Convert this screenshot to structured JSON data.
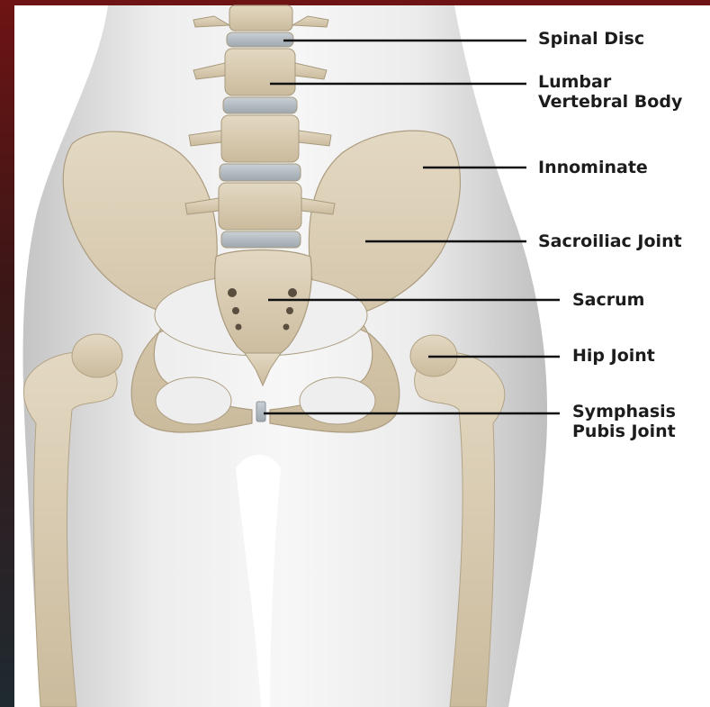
{
  "colors": {
    "frame_top": "#6e1414",
    "frame_bottom": "#1e2a30",
    "background": "#ffffff",
    "body_light": "#f2f2f2",
    "body_shade": "#c9c9c9",
    "bone": "#d9ccb4",
    "bone_shadow": "#a8987c",
    "cartilage": "#aeb6bd",
    "leader_line": "#111111",
    "label_text": "#1c1c1c"
  },
  "labels": [
    {
      "id": "spinal-disc",
      "lines": [
        "Spinal Disc"
      ]
    },
    {
      "id": "lumbar-vertebral-body",
      "lines": [
        "Lumbar",
        "Vertebral Body"
      ]
    },
    {
      "id": "innominate",
      "lines": [
        "Innominate"
      ]
    },
    {
      "id": "sacroiliac-joint",
      "lines": [
        "Sacroiliac Joint"
      ]
    },
    {
      "id": "sacrum",
      "lines": [
        "Sacrum"
      ]
    },
    {
      "id": "hip-joint",
      "lines": [
        "Hip Joint"
      ]
    },
    {
      "id": "symphasis-pubis-joint",
      "lines": [
        "Symphasis",
        "Pubis Joint"
      ]
    }
  ]
}
